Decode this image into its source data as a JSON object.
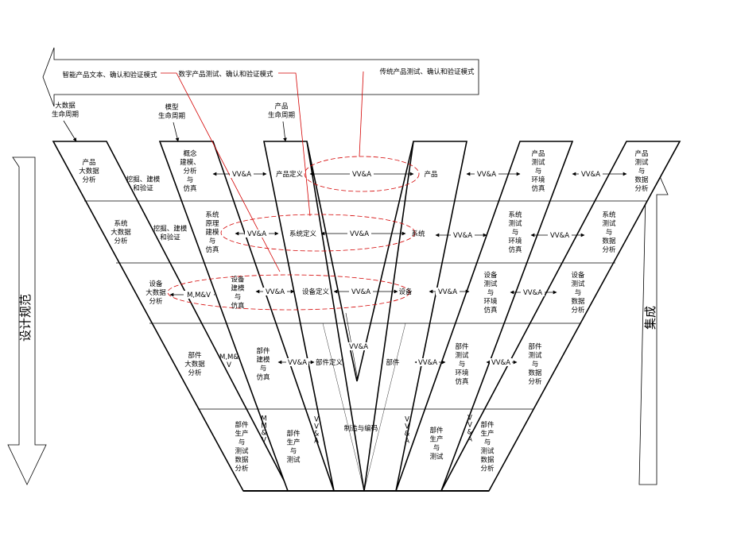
{
  "top_modes": {
    "smart": "智能产品文本、确认和验证模式",
    "digital": "数字产品测试、确认和验证模式",
    "traditional": "传统产品测试、确认和验证模式"
  },
  "lifecycles": {
    "big_data": [
      "大数据",
      "生命周期"
    ],
    "model": [
      "模型",
      "生命周期"
    ],
    "product": [
      "产品",
      "生命周期"
    ]
  },
  "side_arrows": {
    "left": "设计规范",
    "right": "集成"
  },
  "columns": {
    "big_data": [
      [
        "产品",
        "大数据",
        "分析"
      ],
      [
        "系统",
        "大数据",
        "分析"
      ],
      [
        "设备",
        "大数据",
        "分析"
      ],
      [
        "部件",
        "大数据",
        "分析"
      ],
      [
        "部件",
        "生产",
        "与",
        "测试",
        "数据",
        "分析"
      ]
    ],
    "model": [
      [
        "概念",
        "建模、",
        "分析",
        "与",
        "仿真"
      ],
      [
        "系统",
        "原理",
        "建模",
        "与",
        "仿真"
      ],
      [
        "设备",
        "建模",
        "与",
        "仿真"
      ],
      [
        "部件",
        "建模",
        "与",
        "仿真"
      ],
      [
        "部件",
        "生产",
        "与",
        "测试"
      ]
    ],
    "definition": [
      "产品定义",
      "系统定义",
      "设备定义",
      "部件定义"
    ],
    "center": "制造与编码",
    "realization": [
      "产品",
      "系统",
      "设备",
      "部件"
    ],
    "realization_bottom": [
      "部件",
      "生产",
      "与",
      "测试"
    ],
    "env_test": [
      [
        "产品",
        "测试",
        "与",
        "环境",
        "仿真"
      ],
      [
        "系统",
        "测试",
        "与",
        "环境",
        "仿真"
      ],
      [
        "设备",
        "测试",
        "与",
        "环境",
        "仿真"
      ],
      [
        "部件",
        "测试",
        "与",
        "环境",
        "仿真"
      ],
      [
        "部件",
        "生产",
        "与",
        "测试",
        "数据",
        "分析"
      ]
    ],
    "data_analysis": [
      [
        "产品",
        "测试",
        "与",
        "数据",
        "分析"
      ],
      [
        "系统",
        "测试",
        "与",
        "数据",
        "分析"
      ],
      [
        "设备",
        "测试",
        "与",
        "数据",
        "分析"
      ],
      [
        "部件",
        "测试",
        "与",
        "数据",
        "分析"
      ]
    ]
  },
  "connectors": {
    "mine_1": [
      "挖掘、建模",
      "和验证"
    ],
    "mine_2": [
      "挖掘、建模",
      "和验证"
    ],
    "mmv": "M,M&V",
    "mmv_stack": [
      "M,M&",
      "V"
    ],
    "mmv_vert": [
      "M",
      "M",
      "&",
      "V"
    ],
    "vva": "VV&A",
    "vva_vert": [
      "V",
      "V",
      "&",
      "A"
    ]
  }
}
